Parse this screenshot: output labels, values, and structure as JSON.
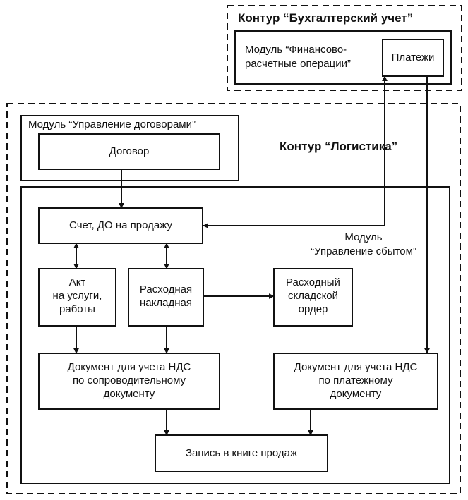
{
  "contours": {
    "accounting": {
      "title": "Контур “Бухгалтерский учет”"
    },
    "logistics": {
      "title": "Контур “Логистика”"
    }
  },
  "modules": {
    "finance": {
      "title_line1": "Модуль “Финансово-",
      "title_line2": "расчетные операции”",
      "payments": "Платежи"
    },
    "contracts": {
      "title": "Модуль “Управление договорами”",
      "contract": "Договор"
    },
    "sales": {
      "title_line1": "Модуль",
      "title_line2": "“Управление сбытом”",
      "invoice": "Счет, ДО на продажу",
      "act_line1": "Акт",
      "act_line2": "на услуги,",
      "act_line3": "работы",
      "waybill_line1": "Расходная",
      "waybill_line2": "накладная",
      "warehouse_line1": "Расходный",
      "warehouse_line2": "складской",
      "warehouse_line3": "ордер",
      "vat_doc_1_line1": "Документ для учета НДС",
      "vat_doc_1_line2": "по сопроводительному",
      "vat_doc_1_line3": "документу",
      "vat_doc_2_line1": "Документ для учета НДС",
      "vat_doc_2_line2": "по платежному",
      "vat_doc_2_line3": "документу",
      "sales_book": "Запись в книге продаж"
    }
  }
}
